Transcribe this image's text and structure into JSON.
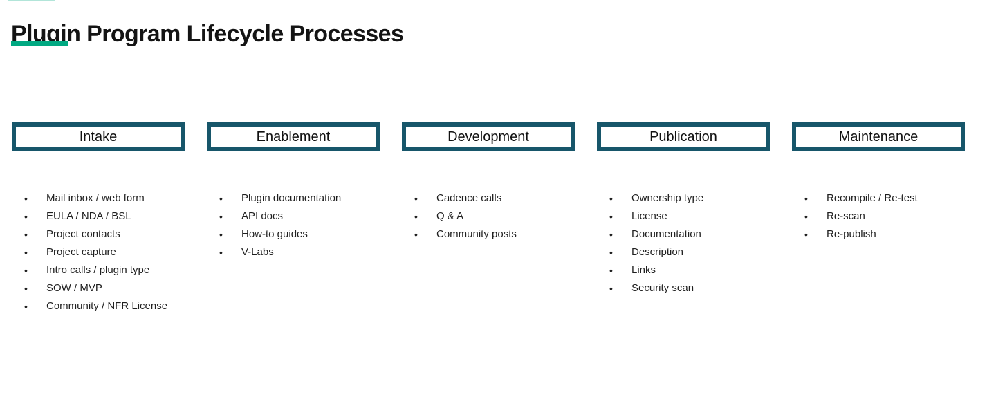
{
  "page": {
    "title": "Plugin Program Lifecycle Processes"
  },
  "colors": {
    "accent_green": "#01A982",
    "box_border_teal": "#17566A",
    "text": "#1A1A1A"
  },
  "columns": [
    {
      "header": "Intake",
      "items": [
        "Mail inbox / web form",
        "EULA / NDA / BSL",
        "Project contacts",
        "Project capture",
        "Intro calls / plugin type",
        "SOW / MVP",
        "Community / NFR License"
      ]
    },
    {
      "header": "Enablement",
      "items": [
        "Plugin documentation",
        "API docs",
        "How-to guides",
        "V-Labs"
      ]
    },
    {
      "header": "Development",
      "items": [
        "Cadence calls",
        "Q & A",
        "Community posts"
      ]
    },
    {
      "header": "Publication",
      "items": [
        "Ownership type",
        "License",
        "Documentation",
        "Description",
        "Links",
        "Security scan"
      ]
    },
    {
      "header": "Maintenance",
      "items": [
        "Recompile / Re-test",
        "Re-scan",
        "Re-publish"
      ]
    }
  ]
}
